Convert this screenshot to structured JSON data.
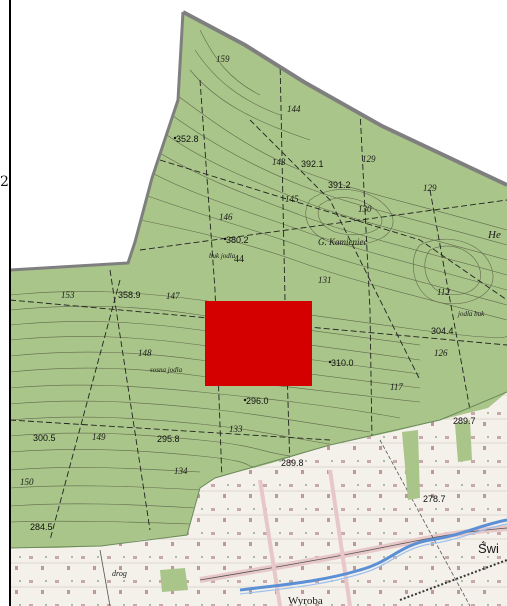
{
  "map": {
    "colors": {
      "forest": "#a9c589",
      "forest_border": "#7f7f7f",
      "open_land": "#f4f1ea",
      "road": "#e7c7c7",
      "river": "#5b8fd6",
      "marker": "#d40000",
      "contour": "#4a4a3a"
    },
    "margin_label": "2",
    "compartment_numbers": [
      "159",
      "144",
      "143",
      "129",
      "145",
      "130",
      "129",
      "146",
      "131",
      "153",
      "147",
      "112",
      "148",
      "126",
      "117",
      "149",
      "133",
      "134",
      "150"
    ],
    "spot_heights": [
      "352.8",
      "392.1",
      "391.2",
      "380.2",
      "358.9",
      "304.4",
      "310.0",
      "296.0",
      "300.5",
      "295.8",
      "289.7",
      "289.8",
      "278.7",
      "284.5"
    ],
    "place_names": {
      "kamieniec": "G. Kamieniec",
      "buk_jodla": "buk jodla",
      "jodla_buk": "jodla buk",
      "sosna_jodla": "sosna jodla",
      "he": "He",
      "swi": "Świ",
      "wyrobka": "Wyroba",
      "drog": "drog",
      "num_44": "44"
    },
    "marker_icon": "red-square-marker"
  }
}
